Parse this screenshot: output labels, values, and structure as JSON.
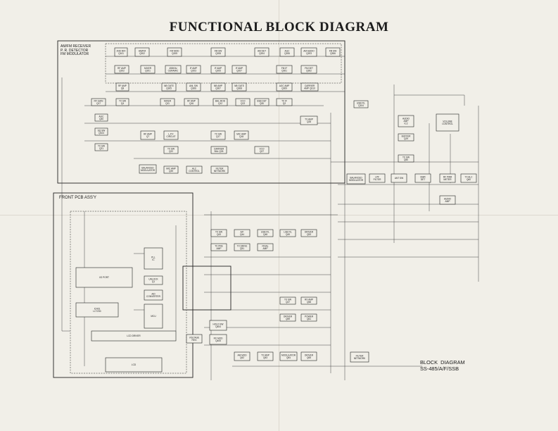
{
  "title": "FUNCTIONAL BLOCK DIAGRAM",
  "module_label": "AM/FM RECEIVER\nP. R. DETECTOR\nFM MODULATOR",
  "front_pcb_label": "FRONT PCB ASS'Y",
  "caption": "BLOCK  DIAGRAM\nSS-485/A/F/SSB",
  "blocks": [
    {
      "id": "b1",
      "label": "2ND MIX\nQ101"
    },
    {
      "id": "b2",
      "label": "AM/FM\nQ202"
    },
    {
      "id": "b3",
      "label": "FM MOD\nQ205"
    },
    {
      "id": "b4",
      "label": "FM SW\nQ208"
    },
    {
      "id": "b5",
      "label": "AM DET\nQ204"
    },
    {
      "id": "b6",
      "label": "AGC\nQ206"
    },
    {
      "id": "b7",
      "label": "AM AUDIO\nQ203"
    },
    {
      "id": "b8",
      "label": "FM SW\nQ306"
    },
    {
      "id": "b9",
      "label": "RF AMP\nQ202"
    },
    {
      "id": "b10",
      "label": "MIXER\nQ201"
    },
    {
      "id": "b11",
      "label": "455KHz\nCERAMIC"
    },
    {
      "id": "b12",
      "label": "IF AMP\nQ203"
    },
    {
      "id": "b13",
      "label": "IF AMP\nQ205"
    },
    {
      "id": "b14",
      "label": "IF AMP\nQ207"
    },
    {
      "id": "b15",
      "label": "FM IF\nQ301"
    },
    {
      "id": "b16",
      "label": "FM DET\nQ302"
    },
    {
      "id": "b17",
      "label": "RF AMP\nQ8"
    },
    {
      "id": "b18",
      "label": "NB GATE\nQ305"
    },
    {
      "id": "b19",
      "label": "ANL SW\nQ306"
    },
    {
      "id": "b20",
      "label": "NB AMP\nQ307"
    },
    {
      "id": "b21",
      "label": "NB GATE\nQ308"
    },
    {
      "id": "b22",
      "label": "AGC AMP\nQ309"
    },
    {
      "id": "b23",
      "label": "CARRIER\nAMP Q310"
    },
    {
      "id": "b24",
      "label": "RF GAIN\nQ17"
    },
    {
      "id": "b25",
      "label": "TX SW\nQ4"
    },
    {
      "id": "b26",
      "label": "MIXER\nQ11"
    },
    {
      "id": "b27",
      "label": "RF AMP\nQ16"
    },
    {
      "id": "b28",
      "label": "BAL MOD\nQ12"
    },
    {
      "id": "b29",
      "label": "VCO\nQ13"
    },
    {
      "id": "b30",
      "label": "SSB DET\nQ30"
    },
    {
      "id": "b31",
      "label": "TX IF\nQ2"
    },
    {
      "id": "b32",
      "label": "USB FIL\nQ104"
    },
    {
      "id": "b33",
      "label": "AGC\nQ40"
    },
    {
      "id": "b34",
      "label": "AUDIO\nAMP\nIC2"
    },
    {
      "id": "b35",
      "label": "VOLUME\nCONTROL"
    },
    {
      "id": "b36",
      "label": "SQ SW\nQ103"
    },
    {
      "id": "b37",
      "label": "RF AMP\nQ7"
    },
    {
      "id": "b38",
      "label": "L.P.F\nCIRCUIT"
    },
    {
      "id": "b39",
      "label": "TX SW\nQ17"
    },
    {
      "id": "b40",
      "label": "MIC AMP\nQ18"
    },
    {
      "id": "b41",
      "label": "TX AMP\nQ28"
    },
    {
      "id": "b42",
      "label": "TX SW\nQ21"
    },
    {
      "id": "b43",
      "label": "TX SW\nQ22"
    },
    {
      "id": "b44",
      "label": "CARRIER\nBAL Q26"
    },
    {
      "id": "b45",
      "label": "VCO\nQ27"
    },
    {
      "id": "b46",
      "label": "BUFFER\nQ29"
    },
    {
      "id": "b47",
      "label": "BALANCED\nMODULATOR"
    },
    {
      "id": "b48",
      "label": "MIC AMP\nQ39"
    },
    {
      "id": "b49",
      "label": "ALC\nCONTROL"
    },
    {
      "id": "b50",
      "label": "FILTER\nNETWORK"
    },
    {
      "id": "b51",
      "label": "TX SW\nQ50"
    },
    {
      "id": "b52",
      "label": "PLL\nIC"
    },
    {
      "id": "b53",
      "label": "UNLOCK\nQ1"
    },
    {
      "id": "b54",
      "label": "A/D\nCONVERTER"
    },
    {
      "id": "b55",
      "label": "MCU"
    },
    {
      "id": "b56",
      "label": "I/O PORT"
    },
    {
      "id": "b57",
      "label": "IC401\nLC7230"
    },
    {
      "id": "b58",
      "label": "LCD DRIVER"
    },
    {
      "id": "b59",
      "label": "LCD"
    },
    {
      "id": "b60",
      "label": "TX SW\nQ43"
    },
    {
      "id": "b61",
      "label": "A/F\nQ44"
    },
    {
      "id": "b62",
      "label": "USB FIL\nQ48"
    },
    {
      "id": "b63",
      "label": "LSB FIL\nQ49"
    },
    {
      "id": "b64",
      "label": "DRIVER\nQ53"
    },
    {
      "id": "b65",
      "label": "TX PRE\nAMP"
    },
    {
      "id": "b66",
      "label": "TX DRIVE\nQ51"
    },
    {
      "id": "b67",
      "label": "FINAL\nAMP"
    },
    {
      "id": "b68",
      "label": "BALANCED\nMODULATOR"
    },
    {
      "id": "b69",
      "label": "LPF\nFILTER"
    },
    {
      "id": "b70",
      "label": "ANT SW"
    },
    {
      "id": "b71",
      "label": "SWR\nDET"
    },
    {
      "id": "b72",
      "label": "RF PWR\nMETER"
    },
    {
      "id": "b73",
      "label": "TX ALC\nQ60"
    },
    {
      "id": "b74",
      "label": "VOLTAGE\nREG"
    },
    {
      "id": "b75",
      "label": "HOLD SW\nQ404"
    },
    {
      "id": "b76",
      "label": "RX MOD\nQ405"
    },
    {
      "id": "b77",
      "label": "TX SW\nQ47"
    },
    {
      "id": "b78",
      "label": "RX AMP\nQ58"
    },
    {
      "id": "b79",
      "label": "DRIVER\nQ59"
    },
    {
      "id": "b80",
      "label": "POWER\nQ61"
    },
    {
      "id": "b81",
      "label": "AM MOD\nQ62"
    },
    {
      "id": "b82",
      "label": "TX AMP\nQ63"
    },
    {
      "id": "b83",
      "label": "MODULATOR\nQ64"
    },
    {
      "id": "b84",
      "label": "DRIVER\nQ65"
    },
    {
      "id": "b85",
      "label": "FILTER\nNETWORK"
    },
    {
      "id": "b86",
      "label": "AUDIO\nAMP"
    }
  ]
}
